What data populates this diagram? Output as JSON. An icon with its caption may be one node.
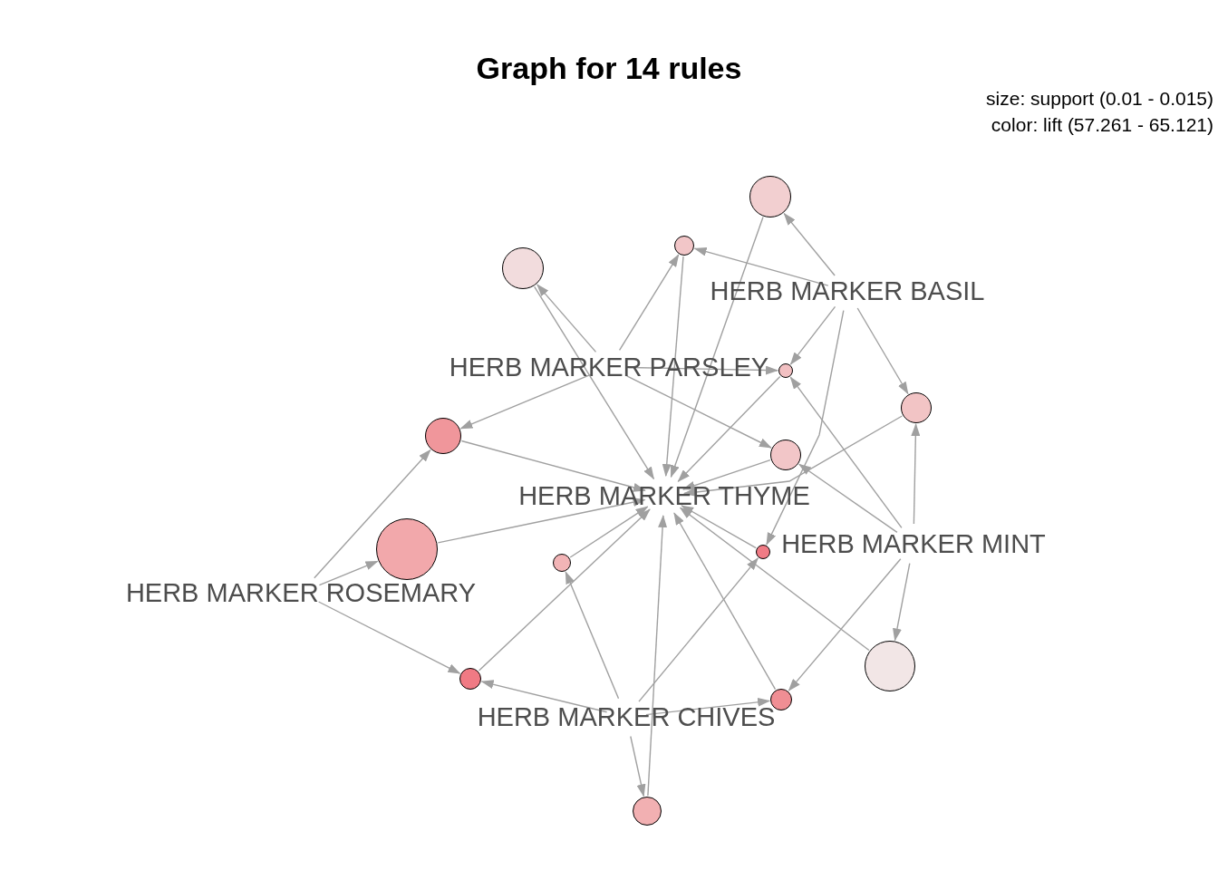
{
  "diagram": {
    "title": "Graph for 14 rules",
    "nodes": [
      {
        "text": [],
        "shape": "circle"
      },
      {
        "text": [],
        "shape": "circle"
      },
      {
        "text": [],
        "shape": "circle"
      },
      {
        "text": [
          "HERB MARKER BASIL"
        ]
      },
      {
        "text": [
          "HERB MARKER PARSLEY"
        ]
      },
      {
        "text": [],
        "shape": "circle"
      },
      {
        "text": [],
        "shape": "circle"
      },
      {
        "text": [],
        "shape": "circle"
      },
      {
        "text": [],
        "shape": "circle"
      },
      {
        "text": [
          "HERB MARKER THYME"
        ]
      },
      {
        "text": [
          "HERB MARKER MINT"
        ]
      },
      {
        "text": [],
        "shape": "circle"
      },
      {
        "text": [],
        "shape": "circle"
      },
      {
        "text": [],
        "shape": "circle"
      },
      {
        "text": [
          "HERB MARKER ROSEMARY"
        ]
      },
      {
        "text": [],
        "shape": "circle"
      },
      {
        "text": [],
        "shape": "circle"
      },
      {
        "text": [],
        "shape": "circle"
      },
      {
        "text": [
          "HERB MARKER CHIVES"
        ]
      },
      {
        "text": [],
        "shape": "circle"
      }
    ],
    "edges": [
      {
        "from": 3,
        "to": 0,
        "arrow": "to"
      },
      {
        "from": 3,
        "to": 1,
        "arrow": "to"
      },
      {
        "from": 3,
        "to": 5,
        "arrow": "to"
      },
      {
        "from": 3,
        "to": 6,
        "arrow": "to"
      },
      {
        "from": 3,
        "to": 12,
        "arrow": "to"
      },
      {
        "from": 4,
        "to": 1,
        "arrow": "to"
      },
      {
        "from": 4,
        "to": 2,
        "arrow": "to"
      },
      {
        "from": 4,
        "to": 7,
        "arrow": "to"
      },
      {
        "from": 4,
        "to": 8,
        "arrow": "to"
      },
      {
        "from": 4,
        "to": 5,
        "arrow": "to"
      },
      {
        "from": 14,
        "to": 7,
        "arrow": "to"
      },
      {
        "from": 14,
        "to": 11,
        "arrow": "to"
      },
      {
        "from": 14,
        "to": 16,
        "arrow": "to"
      },
      {
        "from": 10,
        "to": 6,
        "arrow": "to"
      },
      {
        "from": 10,
        "to": 8,
        "arrow": "to"
      },
      {
        "from": 10,
        "to": 5,
        "arrow": "to"
      },
      {
        "from": 10,
        "to": 15,
        "arrow": "to"
      },
      {
        "from": 10,
        "to": 17,
        "arrow": "to"
      },
      {
        "from": 18,
        "to": 13,
        "arrow": "to"
      },
      {
        "from": 18,
        "to": 12,
        "arrow": "to"
      },
      {
        "from": 18,
        "to": 16,
        "arrow": "to"
      },
      {
        "from": 18,
        "to": 17,
        "arrow": "to"
      },
      {
        "from": 18,
        "to": 19,
        "arrow": "to"
      },
      {
        "from": 0,
        "to": 9,
        "arrow": "to"
      },
      {
        "from": 1,
        "to": 9,
        "arrow": "to"
      },
      {
        "from": 2,
        "to": 9,
        "arrow": "to"
      },
      {
        "from": 5,
        "to": 9,
        "arrow": "to"
      },
      {
        "from": 6,
        "to": 9,
        "arrow": "to"
      },
      {
        "from": 7,
        "to": 9,
        "arrow": "to"
      },
      {
        "from": 8,
        "to": 9,
        "arrow": "to"
      },
      {
        "from": 11,
        "to": 9,
        "arrow": "to"
      },
      {
        "from": 12,
        "to": 9,
        "arrow": "to"
      },
      {
        "from": 13,
        "to": 9,
        "arrow": "to"
      },
      {
        "from": 15,
        "to": 9,
        "arrow": "to"
      },
      {
        "from": 16,
        "to": 9,
        "arrow": "to"
      },
      {
        "from": 17,
        "to": 9,
        "arrow": "to"
      },
      {
        "from": 19,
        "to": 9,
        "arrow": "to"
      }
    ],
    "labels": [
      "size: support (0.01 - 0.015)",
      "color: lift (57.261 - 65.121)"
    ]
  }
}
